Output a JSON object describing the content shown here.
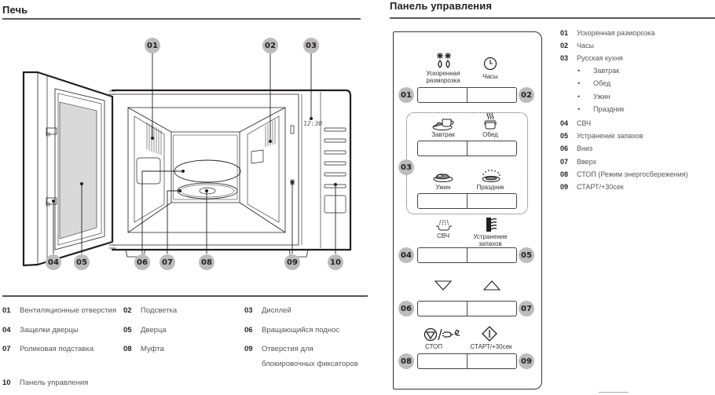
{
  "oven_section": {
    "title": "Печь",
    "display_time": "12:30",
    "callouts": [
      "01",
      "02",
      "03",
      "04",
      "05",
      "06",
      "07",
      "08",
      "09",
      "10"
    ],
    "legend": [
      {
        "num": "01",
        "text": "Вентиляционные отверстия"
      },
      {
        "num": "02",
        "text": "Подсветка"
      },
      {
        "num": "03",
        "text": "Дисплей"
      },
      {
        "num": "04",
        "text": "Защелки дверцы"
      },
      {
        "num": "05",
        "text": "Дверца"
      },
      {
        "num": "06",
        "text": "Вращающийся поднос"
      },
      {
        "num": "07",
        "text": "Роликовая подставка"
      },
      {
        "num": "08",
        "text": "Муфта"
      },
      {
        "num": "09",
        "text": "Отверстия для",
        "text2": "блокировочных фиксаторов"
      },
      {
        "num": "10",
        "text": "Панель управления"
      }
    ]
  },
  "panel_section": {
    "title": "Панель управления",
    "buttons": {
      "defrost": {
        "label1": "Ускоренная",
        "label2": "разморозка",
        "icon": "snowflake-drops-icon"
      },
      "clock": {
        "label": "Часы",
        "icon": "clock-icon"
      },
      "breakfast": {
        "label": "Завтрак",
        "icon": "coffee-cup-plate-icon"
      },
      "lunch": {
        "label": "Обед",
        "icon": "steaming-pot-icon"
      },
      "dinner": {
        "label": "Ужин",
        "icon": "dinner-plate-icon"
      },
      "holiday": {
        "label": "Праздник",
        "icon": "festive-plate-icon"
      },
      "microwave": {
        "label": "СВЧ",
        "icon": "microwave-waves-icon"
      },
      "deodorize": {
        "label1": "Устранение",
        "label2": "запахов",
        "icon": "deodorize-icon"
      },
      "down": {
        "icon": "triangle-down-icon"
      },
      "up": {
        "icon": "triangle-up-icon"
      },
      "stop": {
        "label": "СТОП",
        "icon": "stop-eco-icon"
      },
      "start": {
        "label": "СТАРТ/+30сек",
        "icon": "start-diamond-icon"
      }
    },
    "badges": [
      "01",
      "02",
      "03",
      "04",
      "05",
      "06",
      "07",
      "08",
      "09"
    ],
    "legend": [
      {
        "num": "01",
        "text": "Ускоренная разморозка"
      },
      {
        "num": "02",
        "text": "Часы"
      },
      {
        "num": "03",
        "text": "Русская кухня"
      },
      {
        "num": "04",
        "text": "СВЧ"
      },
      {
        "num": "05",
        "text": "Устранение запахов"
      },
      {
        "num": "06",
        "text": "Вниз"
      },
      {
        "num": "07",
        "text": "Вверх"
      },
      {
        "num": "08",
        "text": "СТОП (Режим энергосбережения)"
      },
      {
        "num": "09",
        "text": "СТАРТ/+30сек"
      }
    ],
    "sub_items": [
      "Завтрак",
      "Обед",
      "Ужин",
      "Праздник"
    ],
    "bullet": "•"
  },
  "colors": {
    "badge_fill": "#bcbcbc",
    "door_glass": "#d9d9d9",
    "line": "#231f20"
  }
}
